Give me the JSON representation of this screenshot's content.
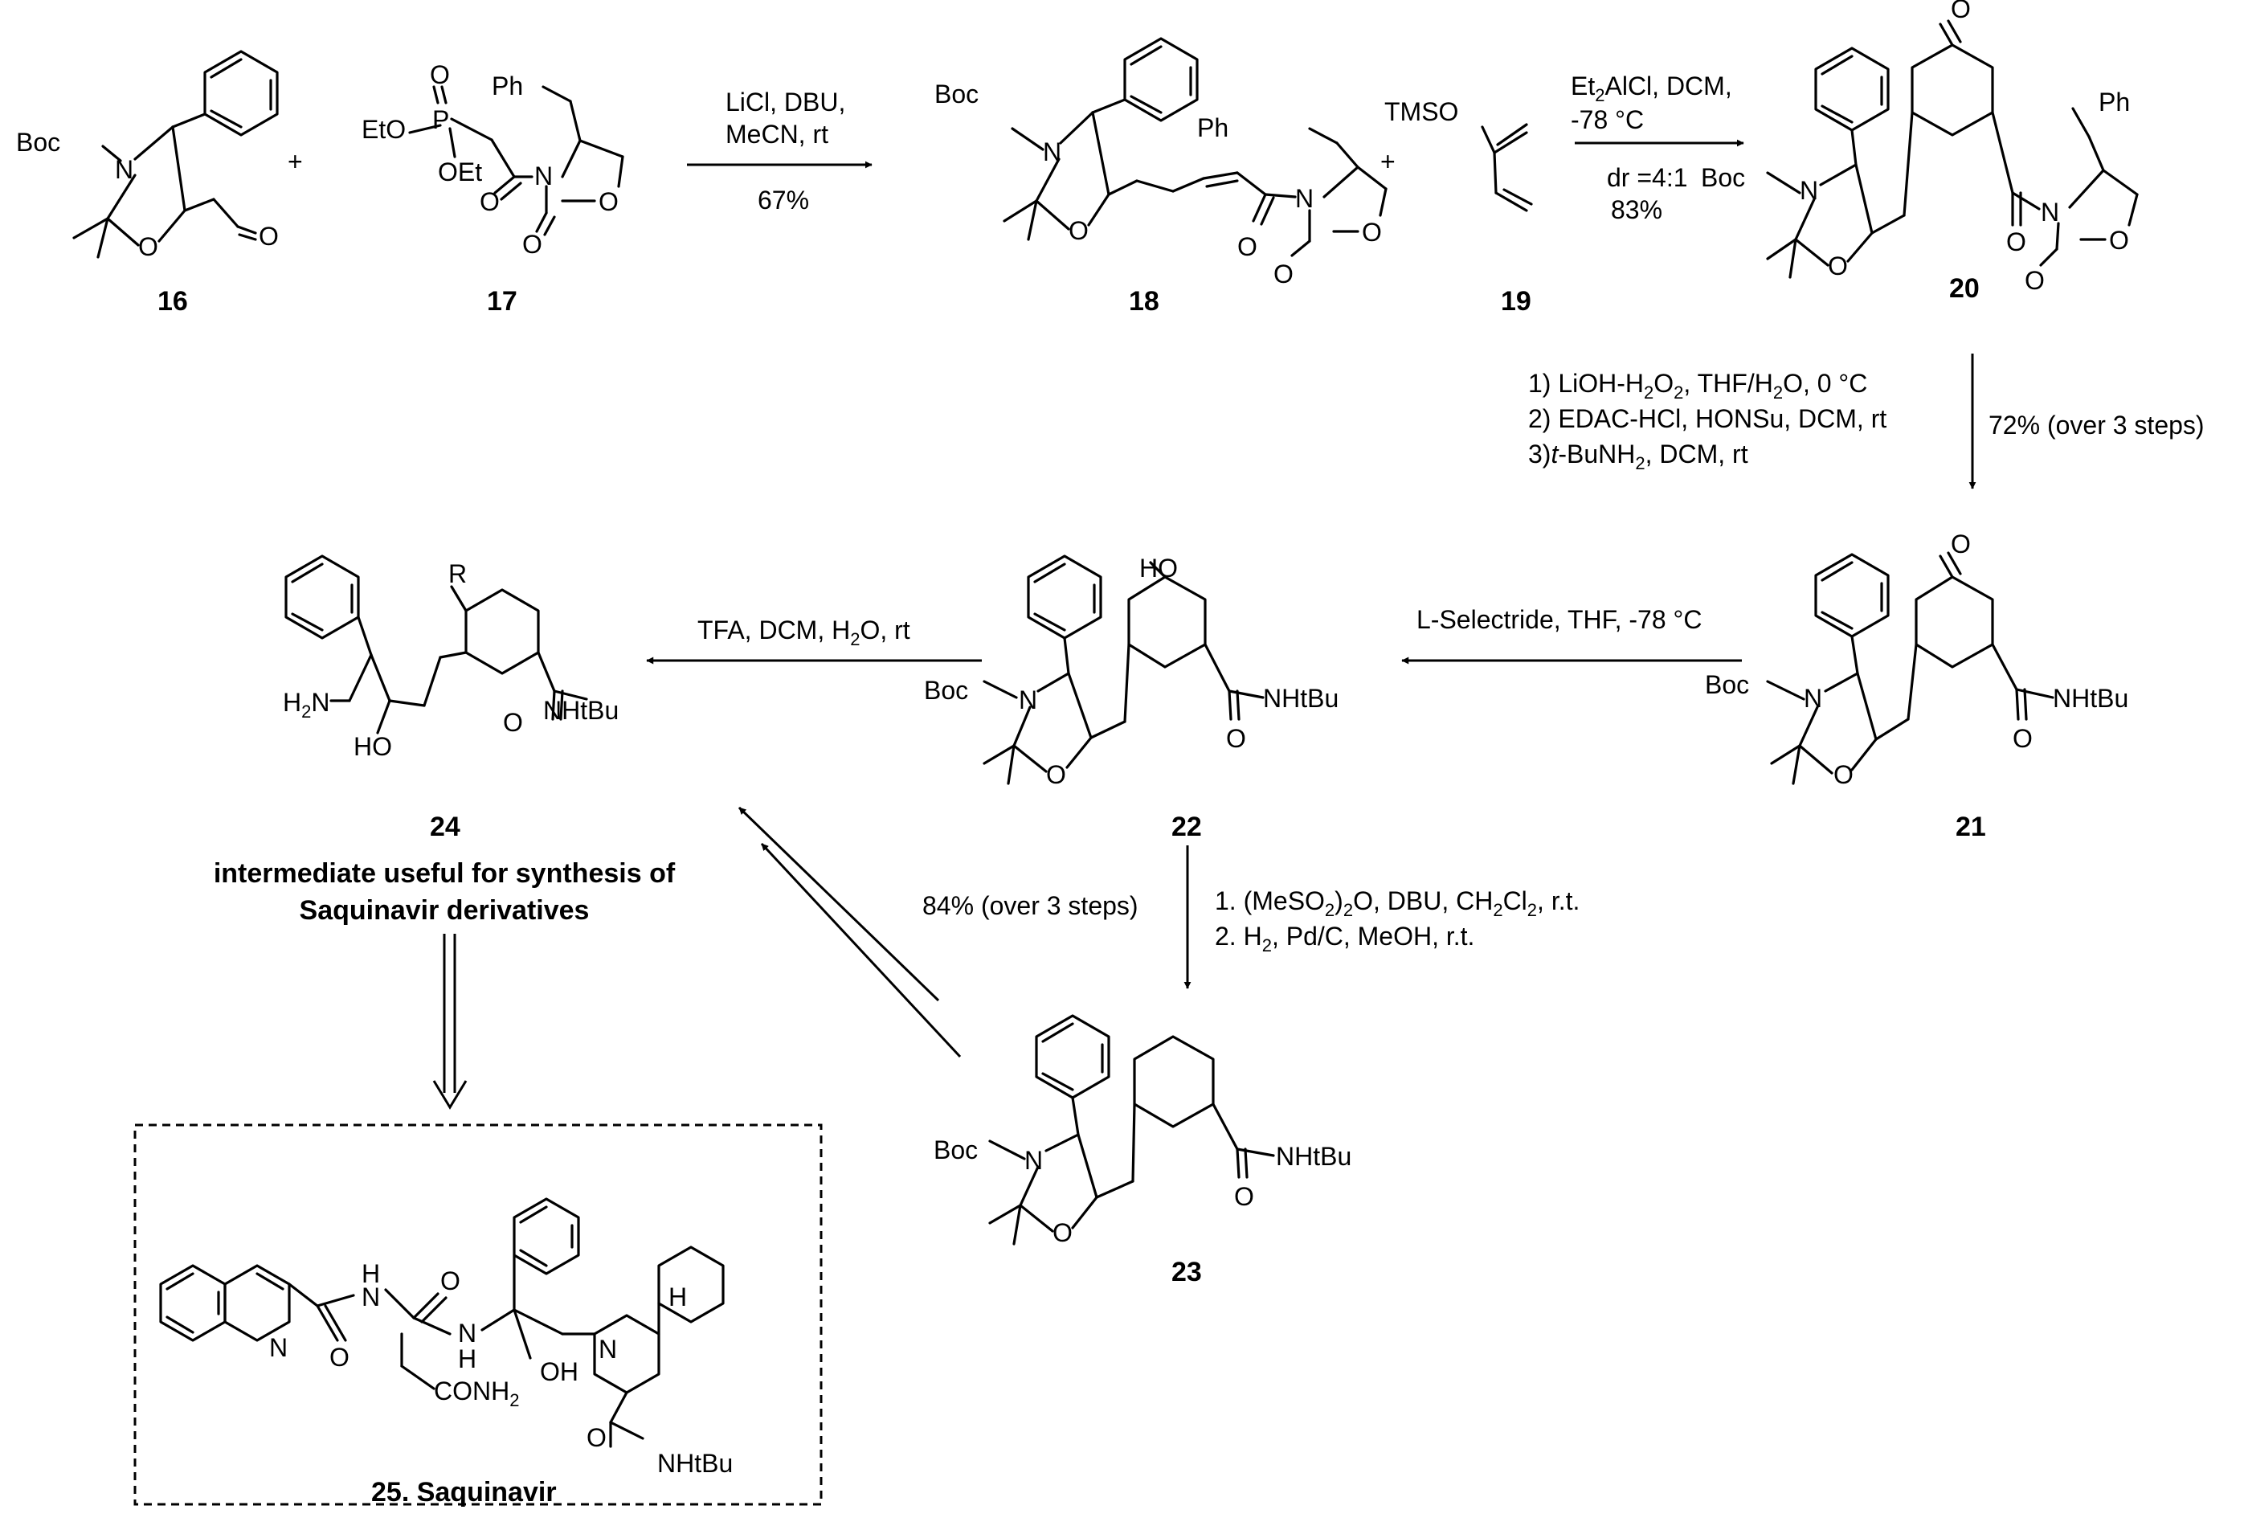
{
  "compounds": {
    "c16": {
      "number": "16",
      "boc": "Boc",
      "n": "N",
      "o_ring": "O",
      "o_ald": "O"
    },
    "c17": {
      "number": "17",
      "eto1": "EtO",
      "p": "P",
      "o_p": "O",
      "oet": "OEt",
      "ph": "Ph",
      "n": "N",
      "o1": "O",
      "o2": "O",
      "o3": "O"
    },
    "c18": {
      "number": "18",
      "boc": "Boc",
      "n": "N",
      "o_ring": "O",
      "ph": "Ph",
      "n2": "N",
      "o1": "O",
      "o2": "O",
      "o3": "O"
    },
    "c19": {
      "number": "19",
      "tmso": "TMSO"
    },
    "c20": {
      "number": "20",
      "o_ket": "O",
      "ph": "Ph",
      "boc": "Boc",
      "n": "N",
      "o_ring": "O",
      "n2": "N",
      "o1": "O",
      "o2": "O",
      "o3": "O"
    },
    "c21": {
      "number": "21",
      "o_ket": "O",
      "boc": "Boc",
      "n": "N",
      "o_ring": "O",
      "amide": "NHtBu",
      "o_am": "O"
    },
    "c22": {
      "number": "22",
      "ho": "HO",
      "boc": "Boc",
      "n": "N",
      "o_ring": "O",
      "amide": "NHtBu",
      "o_am": "O"
    },
    "c23": {
      "number": "23",
      "boc": "Boc",
      "n": "N",
      "o_ring": "O",
      "amide": "NHtBu",
      "o_am": "O"
    },
    "c24": {
      "number": "24",
      "r": "R",
      "h2n": "H2N",
      "ho": "HO",
      "amide": "NHtBu",
      "o_am": "O",
      "note_line1": "intermediate useful for synthesis of",
      "note_line2": "Saquinavir derivatives"
    },
    "c25": {
      "label": "25. Saquinavir",
      "n_q": "N",
      "o1": "O",
      "nh1": "H",
      "nh1n": "N",
      "o2": "O",
      "nh2": "N",
      "nh2h": "H",
      "oh": "OH",
      "n_iso": "N",
      "h": "H",
      "conh2": "CONH2",
      "o3": "O",
      "nhtbu": "NHtBu"
    }
  },
  "reactions": {
    "r1": {
      "plus": "+",
      "line1": "LiCl, DBU,",
      "line2": "MeCN, rt",
      "yield": "67%"
    },
    "r2": {
      "plus": "+",
      "line1": "Et2AlCl, DCM,",
      "line2": "-78 °C",
      "dr": "dr =4:1",
      "yield": "83%"
    },
    "r3": {
      "step1": "1) LiOH-H2O2, THF/H2O, 0 °C",
      "step2": "2) EDAC-HCl, HONSu, DCM, rt",
      "step3": "3)t-BuNH2, DCM, rt",
      "yield": "72% (over 3 steps)"
    },
    "r4": {
      "reagents": "L-Selectride, THF, -78 °C"
    },
    "r5": {
      "reagents": "TFA, DCM, H2O, rt"
    },
    "r6": {
      "yield": "84% (over 3 steps)",
      "step1": "1. (MeSO2)2O, DBU, CH2Cl2, r.t.",
      "step2": "2.  H2, Pd/C, MeOH, r.t."
    }
  }
}
